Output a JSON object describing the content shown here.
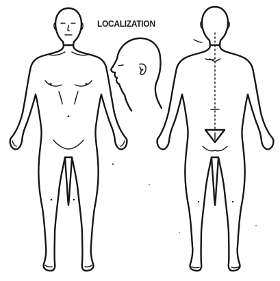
{
  "heading": {
    "text": "LOCALIZATION"
  },
  "colors": {
    "ink": "#161616",
    "paper": "#ffffff"
  },
  "figures": {
    "front": "front-body-outline",
    "profile": "head-profile-outline",
    "back": "back-body-outline"
  }
}
